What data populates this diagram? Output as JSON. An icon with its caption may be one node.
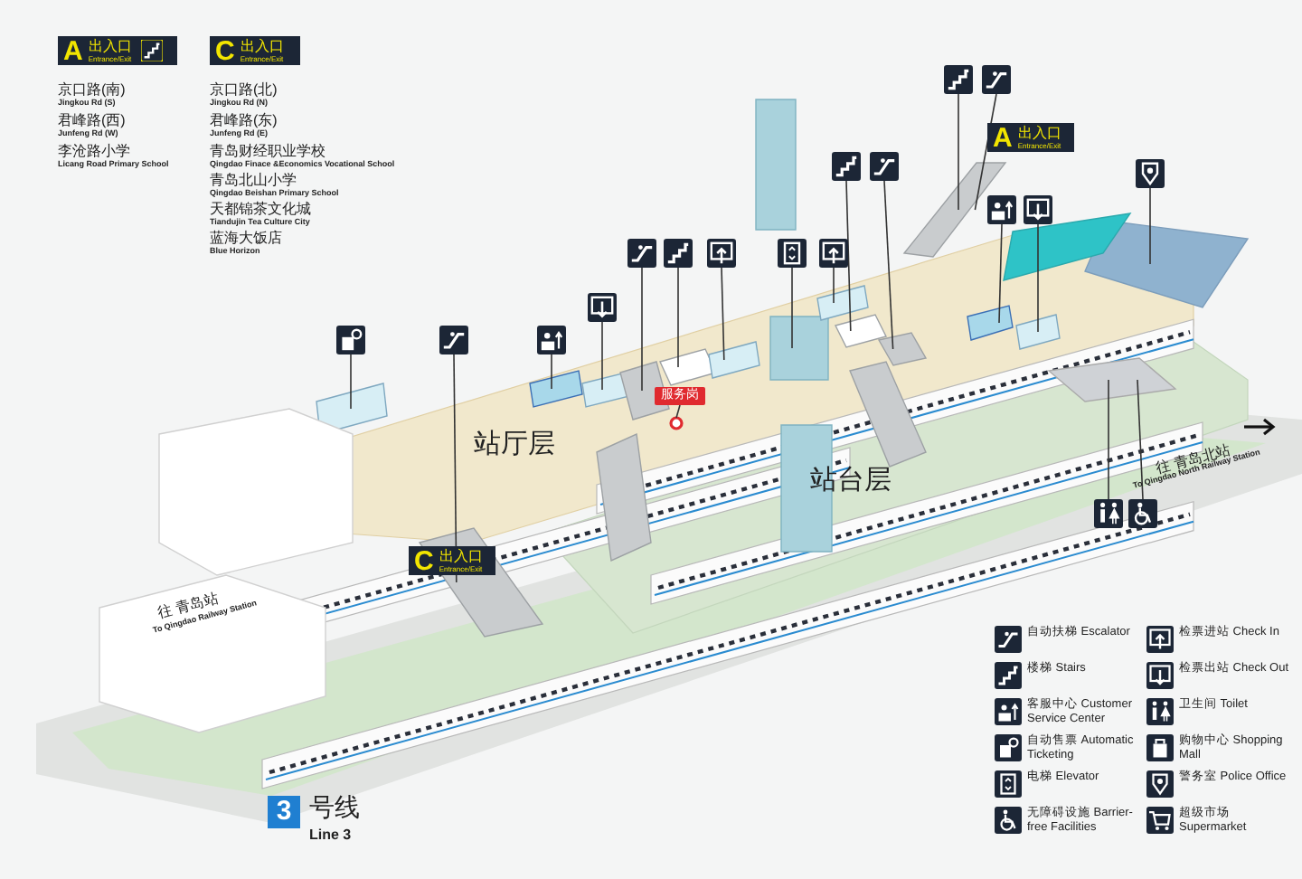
{
  "diagram": {
    "nodes": [
      {
        "text": [
          "A",
          "出入口",
          "Entrance/Exit"
        ]
      },
      {
        "text": [
          "C",
          "出入口",
          "Entrance/Exit"
        ]
      },
      {
        "text": [
          "A",
          "出入口",
          "Entrance/Exit"
        ]
      },
      {
        "text": [
          "C",
          "出入口",
          "Entrance/Exit"
        ]
      },
      {
        "text": [
          "服务岗"
        ]
      },
      {
        "text": [],
        "shape": "picture"
      },
      {
        "text": [],
        "shape": "picture"
      },
      {
        "text": [],
        "shape": "picture"
      },
      {
        "text": [],
        "shape": "picture"
      },
      {
        "text": [],
        "shape": "picture"
      },
      {
        "text": [],
        "shape": "picture"
      },
      {
        "text": [],
        "shape": "picture"
      },
      {
        "text": [],
        "shape": "picture"
      },
      {
        "text": [],
        "shape": "picture"
      },
      {
        "text": [],
        "shape": "picture"
      },
      {
        "text": [],
        "shape": "picture"
      },
      {
        "text": [],
        "shape": "picture"
      },
      {
        "text": [],
        "shape": "picture"
      },
      {
        "text": [],
        "shape": "picture"
      },
      {
        "text": [],
        "shape": "picture"
      },
      {
        "text": [],
        "shape": "picture"
      },
      {
        "text": [],
        "shape": "picture"
      },
      {
        "text": [],
        "shape": "picture"
      },
      {
        "text": [],
        "shape": "circle"
      },
      {
        "text": [],
        "shape": "box"
      },
      {
        "text": [],
        "shape": "box"
      },
      {
        "text": [],
        "shape": "box"
      },
      {
        "text": [],
        "shape": "box"
      },
      {
        "text": [],
        "shape": "box"
      },
      {
        "text": [],
        "shape": "box"
      },
      {
        "text": [],
        "shape": "box"
      },
      {
        "text": [],
        "shape": "box"
      },
      {
        "text": [],
        "shape": "box"
      },
      {
        "text": [],
        "shape": "box"
      },
      {
        "text": [],
        "shape": "box"
      },
      {
        "text": [],
        "shape": "box"
      },
      {
        "text": [],
        "shape": "box"
      },
      {
        "text": [],
        "shape": "box"
      },
      {
        "text": [],
        "shape": "box"
      },
      {
        "text": [],
        "shape": "box"
      },
      {
        "text": [],
        "shape": "box"
      },
      {
        "text": [],
        "shape": "box"
      },
      {
        "text": [],
        "shape": "box"
      },
      {
        "text": [],
        "shape": "box"
      },
      {
        "text": [],
        "shape": "box"
      },
      {
        "text": [],
        "shape": "box"
      },
      {
        "text": [],
        "shape": "box"
      }
    ],
    "edges": [
      {
        "from": 4,
        "to": 23,
        "arrow": "none"
      },
      {
        "from": 5,
        "to": 24,
        "arrow": "none"
      },
      {
        "from": 6,
        "to": 25,
        "arrow": "none"
      },
      {
        "from": 7,
        "to": 26,
        "arrow": "none"
      },
      {
        "from": 8,
        "to": 27,
        "arrow": "none"
      },
      {
        "from": 9,
        "to": 28,
        "arrow": "none"
      },
      {
        "from": 10,
        "to": 29,
        "arrow": "none"
      },
      {
        "from": 11,
        "to": 30,
        "arrow": "none"
      },
      {
        "from": 12,
        "to": 31,
        "arrow": "none"
      },
      {
        "from": 13,
        "to": 32,
        "arrow": "none"
      },
      {
        "from": 14,
        "to": 33,
        "arrow": "none"
      },
      {
        "from": 15,
        "to": 34,
        "arrow": "none"
      },
      {
        "from": 16,
        "to": 35,
        "arrow": "none"
      },
      {
        "from": 17,
        "to": 35,
        "arrow": "none"
      },
      {
        "from": 18,
        "to": 36,
        "arrow": "none"
      },
      {
        "from": 19,
        "to": 37,
        "arrow": "none"
      },
      {
        "from": 20,
        "to": 38,
        "arrow": "none"
      },
      {
        "from": 21,
        "to": 39,
        "arrow": "none"
      },
      {
        "from": 22,
        "to": 39,
        "arrow": "none"
      }
    ],
    "labels": [
      "京口路(南)",
      "Jingkou Rd (S)",
      "君峰路(西)",
      "Junfeng Rd (W)",
      "李沧路小学",
      "Licang Road Primary School",
      "京口路(北)",
      "Jingkou Rd (N)",
      "君峰路(东)",
      "Junfeng Rd (E)",
      "青岛财经职业学校",
      "Qingdao Finace &Economics Vocational School",
      "青岛北山小学",
      "Qingdao Beishan Primary School",
      "天都锦茶文化城",
      "Tiandujin Tea Culture City",
      "蓝海大饭店",
      "Blue Horizon",
      "站厅层",
      "站台层",
      "往 青岛北站",
      "To Qingdao North Railway Station",
      "往 青岛站",
      "To Qingdao Railway Station",
      "3",
      "号线",
      "Line 3"
    ],
    "legend": [
      {
        "text": "自动扶梯 Escalator"
      },
      {
        "text": "检票进站 Check In"
      },
      {
        "text": "楼梯 Stairs"
      },
      {
        "text": "检票出站 Check Out"
      },
      {
        "text": "客服中心 Customer Service Center"
      },
      {
        "text": "卫生间 Toilet"
      },
      {
        "text": "自动售票 Automatic Ticketing"
      },
      {
        "text": "购物中心 Shopping Mall"
      },
      {
        "text": "电梯 Elevator"
      },
      {
        "text": "警务室 Police Office"
      },
      {
        "text": "无障碍设施 Barrier-free Facilities"
      },
      {
        "text": "超级市场 Supermarket"
      }
    ]
  }
}
